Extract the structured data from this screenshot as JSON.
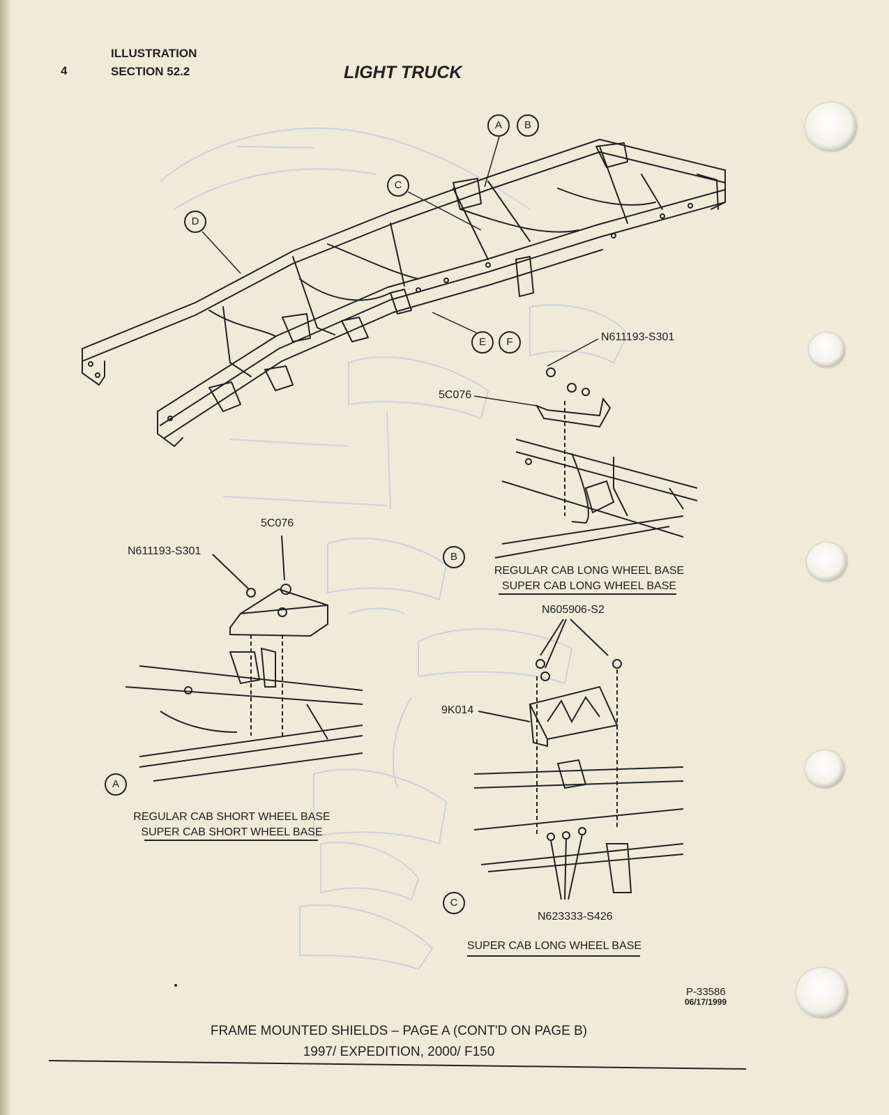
{
  "header": {
    "page_number": "4",
    "line1": "ILLUSTRATION",
    "line2": "SECTION 52.2",
    "title": "LIGHT TRUCK"
  },
  "callouts": {
    "A": "A",
    "B": "B",
    "C": "C",
    "D": "D",
    "E": "E",
    "F": "F"
  },
  "parts": {
    "detail_b_bolt": "N611193-S301",
    "detail_b_shield": "5C076",
    "detail_a_shield": "5C076",
    "detail_a_bolt": "N611193-S301",
    "detail_c_bolt": "N605906-S2",
    "detail_c_shield": "9K014",
    "detail_c_nut": "N623333-S426"
  },
  "captions": {
    "b_line1": "REGULAR CAB LONG WHEEL BASE",
    "b_line2": "SUPER CAB LONG WHEEL BASE",
    "a_line1": "REGULAR CAB SHORT WHEEL BASE",
    "a_line2": "SUPER CAB SHORT WHEEL BASE",
    "c_line1": "SUPER CAB LONG WHEEL BASE"
  },
  "figure": {
    "number": "P-33586",
    "date": "06/17/1999"
  },
  "footer": {
    "line1": "FRAME MOUNTED SHIELDS – PAGE A (CONT'D ON PAGE B)",
    "line2": "1997/ EXPEDITION, 2000/ F150"
  },
  "colors": {
    "paper": "#f1ead8",
    "ink": "#222222",
    "bleed_through": "#c9d0d8"
  }
}
